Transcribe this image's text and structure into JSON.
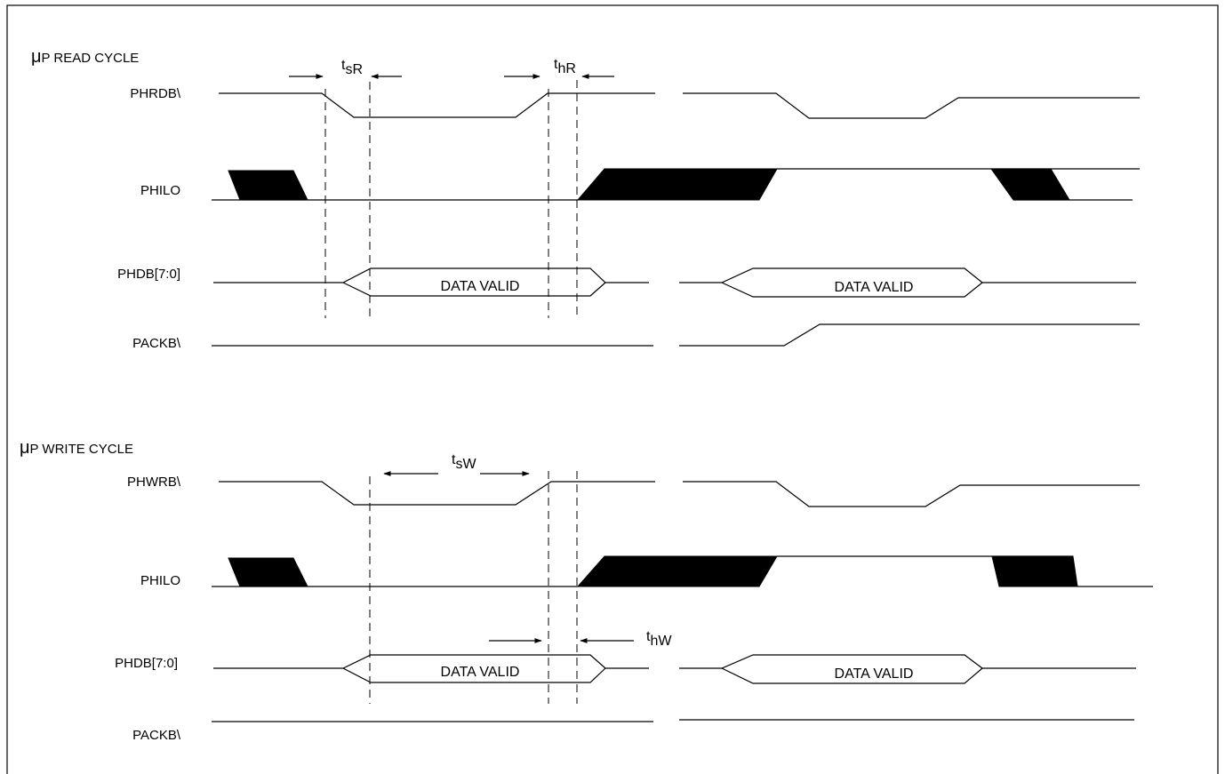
{
  "sections": {
    "read": {
      "mu": "μ",
      "title": "P READ CYCLE"
    },
    "write": {
      "mu": "μ",
      "title": "P WRITE CYCLE"
    }
  },
  "signals": {
    "phrdb": "PHRDB\\",
    "philo_read": "PHILO",
    "phdb_read": "PHDB[7:0]",
    "packb_read": "PACKB\\",
    "phwrb": "PHWRB\\",
    "philo_write": "PHILO",
    "phdb_write": "PHDB[7:0]",
    "packb_write": "PACKB\\"
  },
  "data_valid": {
    "read_1": "DATA VALID",
    "read_2": "DATA VALID",
    "write_1": "DATA VALID",
    "write_2": "DATA VALID"
  },
  "timing": {
    "tsR": {
      "t": "t",
      "sub": "sR"
    },
    "thR": {
      "t": "t",
      "sub": "hR"
    },
    "tsW": {
      "t": "t",
      "sub": "sW"
    },
    "thW": {
      "t": "t",
      "sub": "hW"
    }
  }
}
